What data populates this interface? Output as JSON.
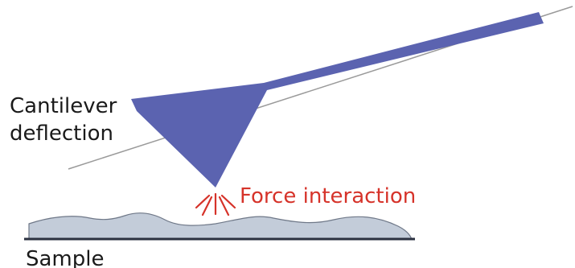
{
  "labels": {
    "cantilever_line1": "Cantilever",
    "cantilever_line2": "deflection",
    "force": "Force interaction",
    "sample": "Sample"
  },
  "colors": {
    "cantilever": "#5b63b0",
    "reference_line": "#9a9a9a",
    "sample_fill": "#c3ccd9",
    "sample_edge": "#2b3140",
    "force": "#d6332a",
    "text": "#1a1a1a"
  }
}
